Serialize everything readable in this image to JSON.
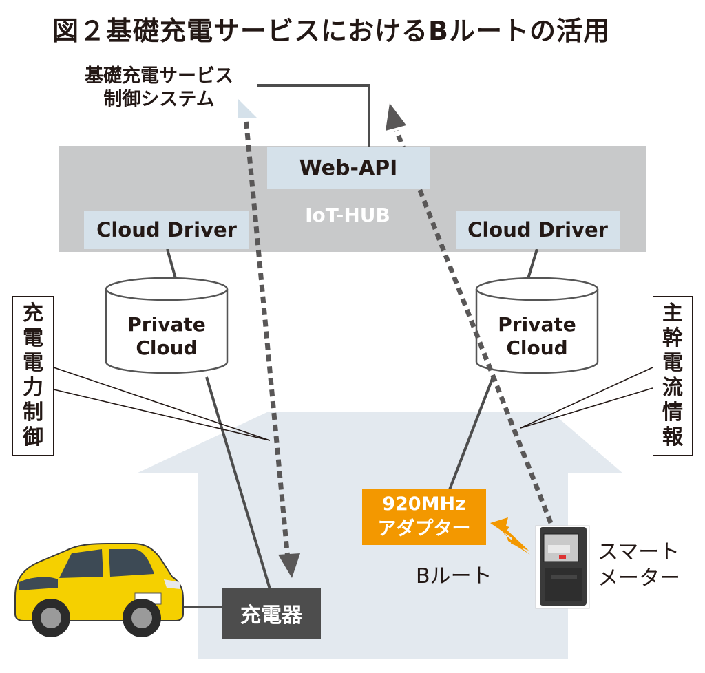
{
  "title": "図２基礎充電サービスにおけるBルートの活用",
  "system_box": {
    "line1": "基礎充電サービス",
    "line2": "制御システム"
  },
  "hub": {
    "label": "IoT-HUB",
    "web_api": "Web-API",
    "driver_left": "Cloud Driver",
    "driver_right": "Cloud Driver"
  },
  "cloud_left": {
    "line1": "Private",
    "line2": "Cloud"
  },
  "cloud_right": {
    "line1": "Private",
    "line2": "Cloud"
  },
  "side_left": [
    "充",
    "電",
    "電",
    "力",
    "制",
    "御"
  ],
  "side_right": [
    "主",
    "幹",
    "電",
    "流",
    "情",
    "報"
  ],
  "adapter": {
    "line1": "920MHz",
    "line2": "アダプター"
  },
  "b_route": "Bルート",
  "smart_meter": {
    "line1": "スマート",
    "line2": "メーター"
  },
  "charger": "充電器",
  "colors": {
    "hub_gray": "#c8c9ca",
    "light_blue": "#d5e1ea",
    "adapter_orange": "#f39800",
    "charger_dark": "#4d4d4d",
    "house": "#e3e9ef",
    "car_yellow": "#f5d000"
  }
}
